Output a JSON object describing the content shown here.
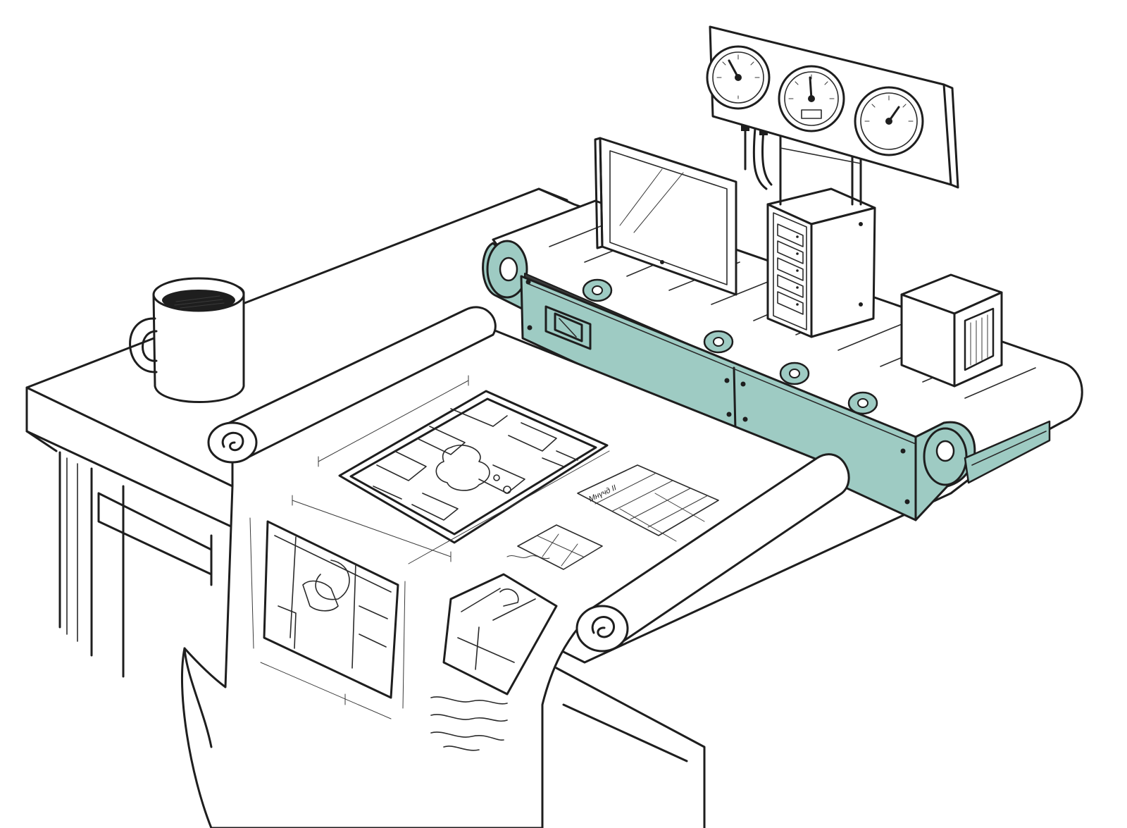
{
  "colors": {
    "ink": "#1e1e1e",
    "paper": "#ffffff",
    "accent_teal": "#9ecbc3",
    "accent_teal_dark": "#6fa79c"
  },
  "scene": {
    "objects": [
      "desk",
      "coffee-mug",
      "blueprint-scroll",
      "conveyor-belt",
      "monitor",
      "server-tower",
      "cube-box",
      "gauge-panel"
    ]
  },
  "gauges": {
    "count": 3,
    "needle_angles_deg": [
      -25,
      0,
      35
    ]
  },
  "blueprint": {
    "schedule_label_handwritten": "Мнүчд II"
  }
}
